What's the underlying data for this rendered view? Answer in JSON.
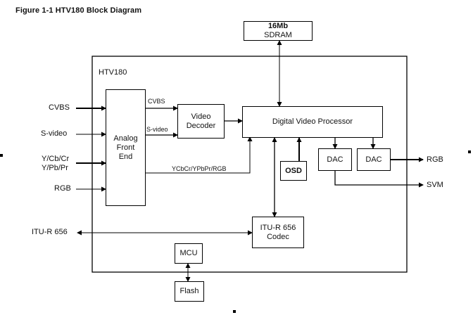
{
  "figure_title": "Figure 1-1 HTV180 Block Diagram",
  "chip_label": "HTV180",
  "blocks": {
    "sdram": [
      "16Mb",
      "SDRAM"
    ],
    "analog_front_end": [
      "Analog",
      "Front",
      "End"
    ],
    "video_decoder": [
      "Video",
      "Decoder"
    ],
    "dvp": "Digital Video Processor",
    "osd": "OSD",
    "dac1": "DAC",
    "dac2": "DAC",
    "itu_codec": [
      "ITU-R 656",
      "Codec"
    ],
    "mcu": "MCU",
    "flash": "Flash"
  },
  "inputs": {
    "cvbs": "CVBS",
    "svideo": "S-video",
    "ycbcr": "Y/Cb/Cr",
    "ypbpr": "Y/Pb/Pr",
    "rgb": "RGB",
    "itu": "ITU-R 656"
  },
  "internal_signals": {
    "cvbs": "CVBS",
    "svideo": "S-video",
    "component": "YCbCr/YPbPr/RGB"
  },
  "outputs": {
    "rgb": "RGB",
    "svm": "SVM"
  }
}
